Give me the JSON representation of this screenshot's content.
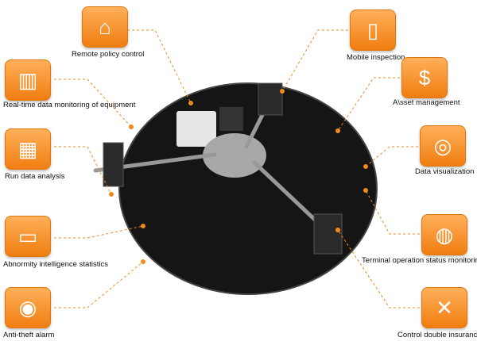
{
  "accent": "#f08a1c",
  "features": {
    "remote": "Remote policy control",
    "realtime": "Real-time data monitoring of equipment",
    "analysis": "Run data analysis",
    "abnormity": "Abnormity intelligence statistics",
    "antitheft": "Anti-theft alarm",
    "mobile": "Mobile inspection",
    "asset": "A\\sset management",
    "visual": "Data visualization",
    "terminal": "Terminal operation status monitoring",
    "control": "Control double insurance"
  }
}
